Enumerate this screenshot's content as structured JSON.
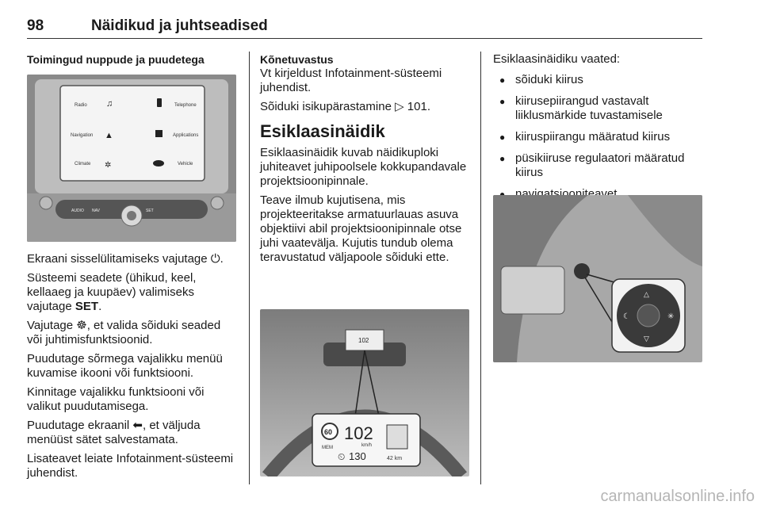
{
  "header": {
    "page_number": "98",
    "title": "Näidikud ja juhtseadised"
  },
  "col1": {
    "heading": "Toimingud nuppude ja puudetega",
    "screen": {
      "items": [
        "Radio",
        "Telephone",
        "Navigation",
        "Applications",
        "Climate",
        "Vehicle"
      ],
      "buttons": [
        "AUDIO",
        "NAV",
        "SET"
      ]
    },
    "p1": "Ekraani sisselülitamiseks vajutage ⏻.",
    "p2a": "Süsteemi seadete (ühikud, keel, kellaaeg ja kuupäev) valimiseks vajutage ",
    "p2b": "SET",
    "p2c": ".",
    "p3": "Vajutage ☸, et valida sõiduki seaded või juhtimisfunktsioonid.",
    "p4": "Puudutage sõrmega vajalikku menüü kuvamise ikooni või funktsiooni.",
    "p5": "Kinnitage vajalikku funktsiooni või valikut puudutamisega.",
    "p6": "Puudutage ekraanil ⬅, et väljuda menüüst sätet salvestamata.",
    "p7": "Lisateavet leiate Infotainment-süsteemi juhendist."
  },
  "col2": {
    "subhead": "Kõnetuvastus",
    "p1": "Vt kirjeldust Infotainment-süsteemi juhendist.",
    "p2": "Sõiduki isikupärastamine ▷ 101.",
    "h2": "Esiklaasinäidik",
    "p3": "Esiklaasinäidik kuvab näidikuploki juhiteavet juhipoolsele kokkupandavale projektsioonipinnale.",
    "p4": "Teave ilmub kujutisena, mis projekteeritakse armatuurlauas asuva objektiivi abil projektsioonipinnale otse juhi vaatevälja. Kujutis tundub olema teravustatud väljapoole sõiduki ette.",
    "hud": {
      "limit": "60",
      "speed": "102",
      "unit": "km/h",
      "mem": "MEM",
      "cruise": "130",
      "dist": "42 km",
      "small_speed": "102"
    }
  },
  "col3": {
    "intro": "Esiklaasinäidiku vaated:",
    "bullets": [
      "sõiduki kiirus",
      "kiirusepiirangud vastavalt liiklusmärkide tuvastamisele",
      "kiiruspiirangu määratud kiirus",
      "püsikiiruse regulaatori määratud kiirus",
      "navigatsiooniteavet."
    ]
  },
  "footer": {
    "watermark": "carmanualsonline.info"
  }
}
